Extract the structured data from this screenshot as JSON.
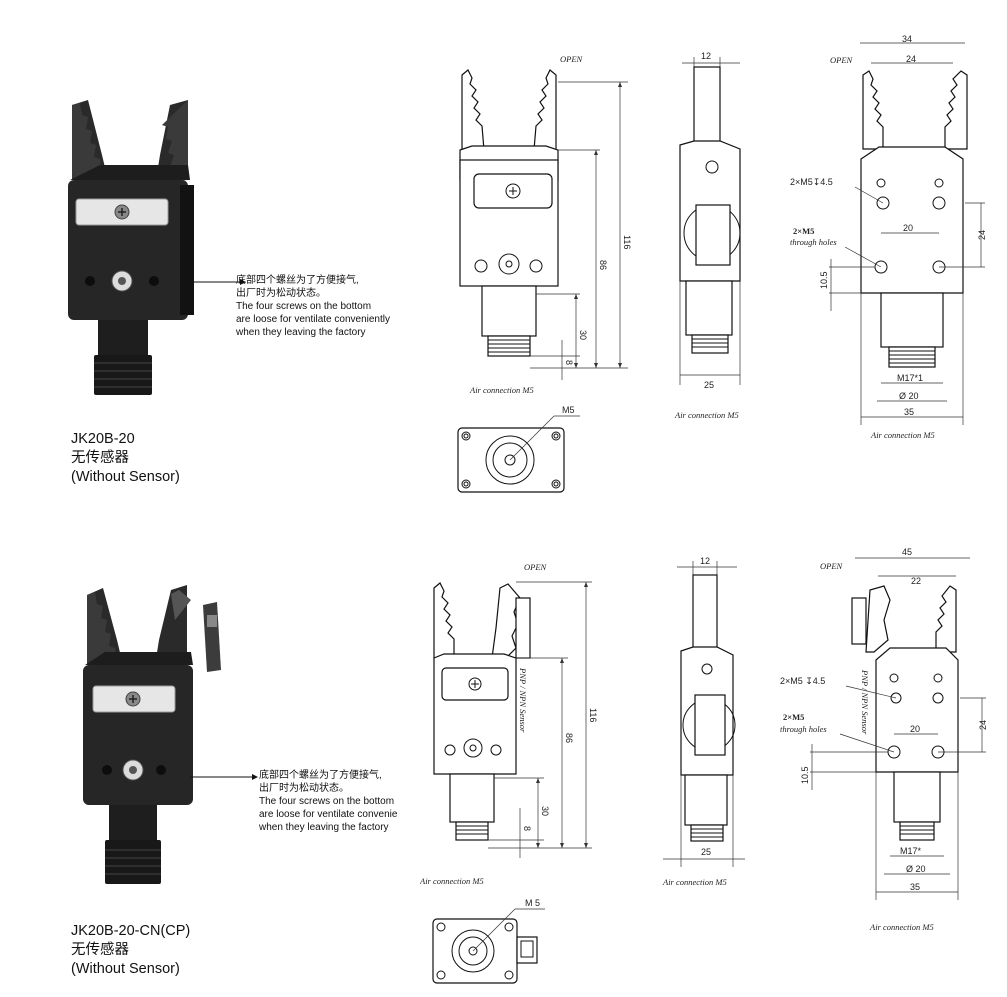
{
  "products": [
    {
      "model": "JK20B-20",
      "sensor_cn": "无传感器",
      "sensor_en": "(Without Sensor)",
      "note_lines": [
        "底部四个螺丝为了方便接气,",
        "出厂时为松动状态。",
        "The four screws on the bottom",
        "are loose for ventilate conveniently",
        "when they leaving the factory"
      ],
      "front": {
        "open": "OPEN",
        "d116": "116",
        "d86": "86",
        "d30": "30",
        "d8": "8",
        "air": "Air connection  M5"
      },
      "bottom": {
        "port": "M5"
      },
      "side": {
        "d12": "12",
        "d25": "25",
        "air": "Air connection  M5"
      },
      "back": {
        "open": "OPEN",
        "d34": "34",
        "d24w": "24",
        "m5_depth": "2×M5↧4.5",
        "m5_through": "2×M5",
        "through": "through holes",
        "d20": "20",
        "d24h": "24",
        "d105": "10.5",
        "m17": "M17*1",
        "phi20": "Ø 20",
        "d35": "35",
        "air": "Air connection  M5"
      }
    },
    {
      "model": "JK20B-20-CN(CP)",
      "sensor_cn": "无传感器",
      "sensor_en": "(Without Sensor)",
      "note_lines": [
        "底部四个螺丝为了方便接气,",
        "出厂时为松动状态。",
        "The four screws on the bottom",
        "are loose for ventilate convenie",
        "when they leaving the factory"
      ],
      "front": {
        "open": "OPEN",
        "d116": "116",
        "d86": "86",
        "d30": "30",
        "d8": "8",
        "sensor": "PNP / NPN  Sensor",
        "air": "Air connection  M5"
      },
      "bottom": {
        "port": "M 5"
      },
      "side": {
        "d12": "12",
        "d25": "25",
        "air": "Air connection  M5"
      },
      "back": {
        "open": "OPEN",
        "d45": "45",
        "d22": "22",
        "m5_depth": "2×M5 ↧4.5",
        "m5_through": "2×M5",
        "through": "through holes",
        "d20": "20",
        "d24h": "24",
        "d105": "10.5",
        "m17": "M17*",
        "phi20": "Ø 20",
        "d35": "35",
        "sensor": "PNP / NPN  Sensor",
        "air": "Air connection  M5"
      }
    }
  ],
  "colors": {
    "body": "#2b2b2b",
    "body_dark": "#1a1a1a",
    "plate": "#e8e8e8",
    "line": "#111111"
  }
}
